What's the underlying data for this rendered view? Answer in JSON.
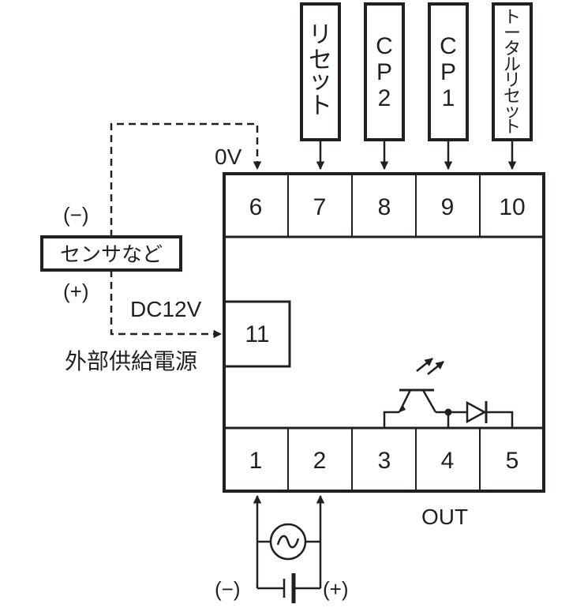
{
  "inputs": {
    "reset": {
      "chars": [
        "リ",
        "セ",
        "ッ",
        "ト"
      ]
    },
    "cp2": {
      "chars": [
        "C",
        "P",
        "2"
      ]
    },
    "cp1": {
      "chars": [
        "C",
        "P",
        "1"
      ]
    },
    "total_reset": {
      "chars": [
        "ト",
        "ー",
        "タ",
        "ル",
        "リ",
        "セ",
        "ッ",
        "ト"
      ]
    }
  },
  "terminals_top": [
    "6",
    "7",
    "8",
    "9",
    "10"
  ],
  "terminals_bottom": [
    "1",
    "2",
    "3",
    "4",
    "5"
  ],
  "terminal_side": "11",
  "labels": {
    "zero_v": "0V",
    "sensor": "センサなど",
    "minus": "(−)",
    "plus": "(+)",
    "dc12v": "DC12V",
    "external_supply": "外部供給電源",
    "out": "OUT",
    "supply_minus": "(−)",
    "supply_plus": "(+)"
  },
  "icons": [
    "ac-source-icon",
    "battery-icon",
    "phototransistor-icon",
    "diode-icon"
  ]
}
